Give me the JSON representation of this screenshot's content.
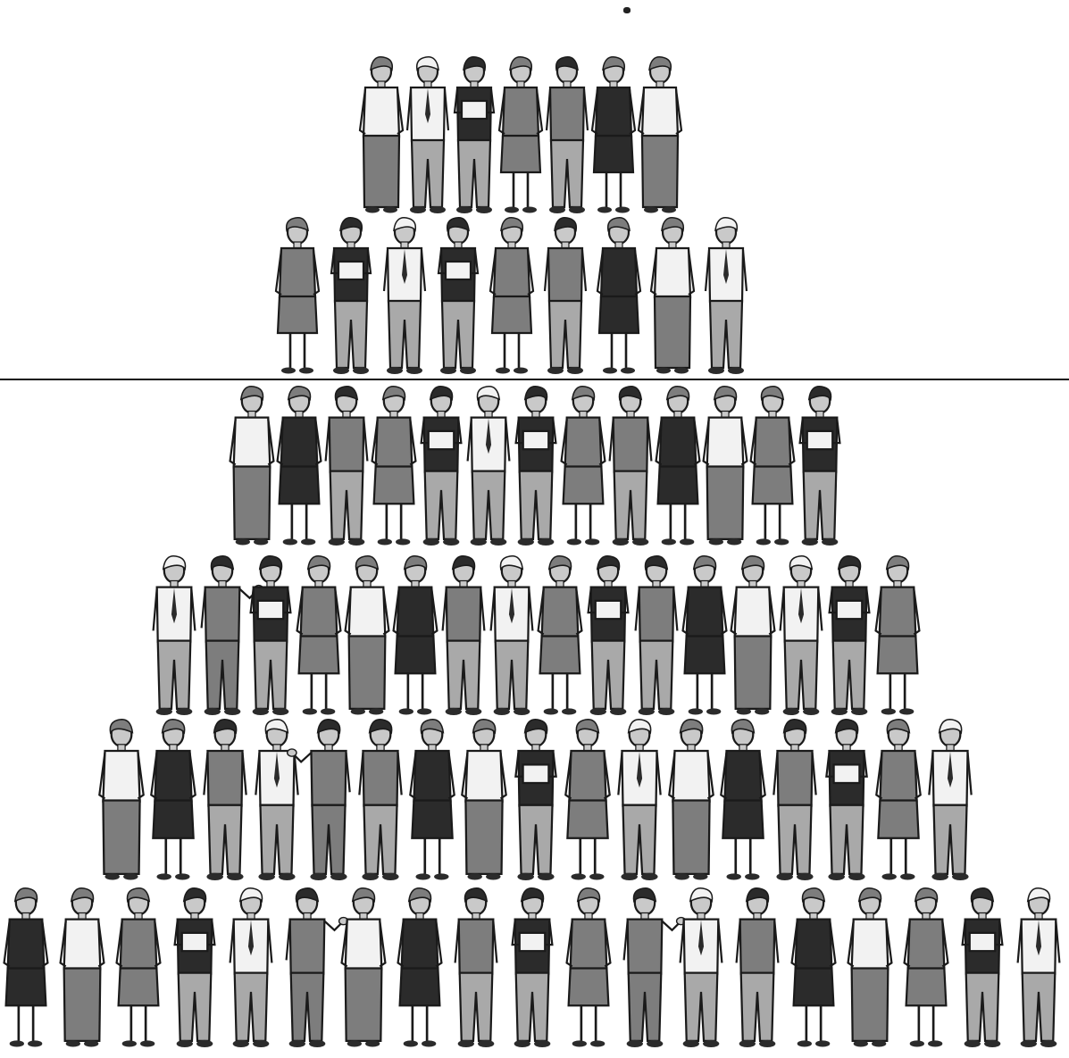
{
  "illustration": {
    "subject": "people-pyramid",
    "rows": [
      {
        "count": 7,
        "figures": [
          "woman-plain-skirt",
          "man-white-shirt",
          "man-dark-holding-box",
          "woman-grey-dress",
          "man-grey-slacks",
          "woman-black-dress",
          "woman-plain-skirt"
        ]
      },
      {
        "count": 9,
        "figures": [
          "woman-grey-dress",
          "man-dark-holding-box",
          "man-white-shirt",
          "man-dark-holding-box",
          "woman-grey-dress",
          "man-grey-slacks",
          "woman-black-dress",
          "woman-plain-skirt",
          "man-white-shirt"
        ]
      },
      {
        "count": 13,
        "figures": [
          "woman-plain-skirt",
          "woman-black-dress",
          "man-grey-slacks",
          "woman-grey-dress",
          "man-dark-holding-box",
          "man-white-shirt",
          "man-dark-holding-box",
          "woman-grey-dress",
          "man-grey-slacks",
          "woman-black-dress",
          "woman-plain-skirt",
          "woman-grey-dress",
          "man-dark-holding-box"
        ]
      },
      {
        "count": 16,
        "figures": [
          "man-white-shirt",
          "man-gesturing",
          "man-dark-holding-box",
          "woman-grey-dress",
          "woman-plain-skirt",
          "woman-black-dress",
          "man-grey-slacks",
          "man-white-shirt",
          "woman-grey-dress",
          "man-dark-holding-box",
          "man-grey-slacks",
          "woman-black-dress",
          "woman-plain-skirt",
          "man-white-shirt",
          "man-dark-holding-box",
          "woman-grey-dress"
        ]
      },
      {
        "count": 17,
        "figures": [
          "woman-plain-skirt",
          "woman-black-dress",
          "man-grey-slacks",
          "man-white-shirt",
          "man-gesturing",
          "man-grey-slacks",
          "woman-black-dress",
          "woman-plain-skirt",
          "man-dark-holding-box",
          "woman-grey-dress",
          "man-white-shirt",
          "woman-plain-skirt",
          "woman-black-dress",
          "man-grey-slacks",
          "man-dark-holding-box",
          "woman-grey-dress",
          "man-white-shirt"
        ]
      },
      {
        "count": 19,
        "figures": [
          "woman-black-dress",
          "woman-plain-skirt",
          "woman-grey-dress",
          "man-dark-holding-box",
          "man-white-shirt",
          "man-gesturing",
          "woman-plain-skirt",
          "woman-black-dress",
          "man-grey-slacks",
          "man-dark-holding-box",
          "woman-grey-dress",
          "man-gesturing",
          "man-white-shirt",
          "man-grey-slacks",
          "woman-black-dress",
          "woman-plain-skirt",
          "woman-grey-dress",
          "man-dark-holding-box",
          "man-white-shirt"
        ]
      }
    ],
    "colors": {
      "background": "#ffffff",
      "divider": "#111111",
      "outline": "#1a1a1a",
      "dark": "#2b2b2b",
      "mid": "#7d7d7d",
      "light": "#a9a9a9",
      "pale": "#f2f2f2",
      "skin": "#c9c9c9"
    }
  }
}
